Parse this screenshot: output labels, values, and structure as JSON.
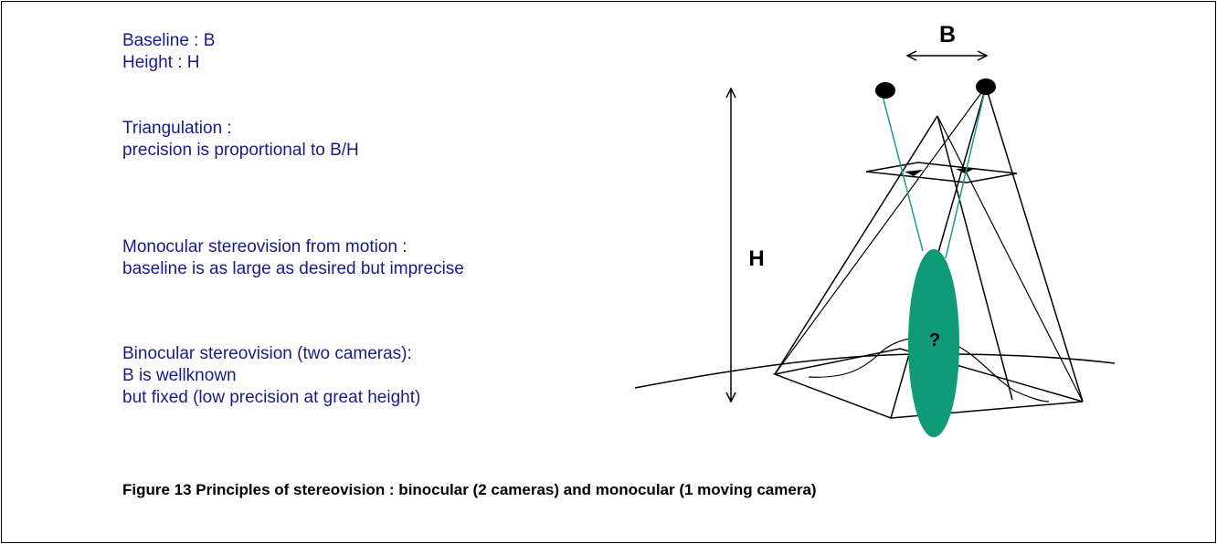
{
  "text_blocks": {
    "definitions": [
      "Baseline : B",
      "Height : H"
    ],
    "triangulation": [
      "Triangulation :",
      "precision is proportional to B/H"
    ],
    "monocular": [
      "Monocular stereovision from motion :",
      "baseline is as large as desired but imprecise"
    ],
    "binocular": [
      "Binocular stereovision (two cameras):",
      "B is wellknown",
      "but fixed (low precision at great height)"
    ]
  },
  "diagram": {
    "baseline_label": "B",
    "height_label": "H",
    "unknown_label": "?"
  },
  "caption": "Figure 13  Principles of stereovision : binocular (2 cameras) and monocular (1 moving camera)",
  "colors": {
    "text_blue": "#1a1a8c",
    "ray_green": "#1aa087",
    "object_green": "#0f9a78"
  }
}
